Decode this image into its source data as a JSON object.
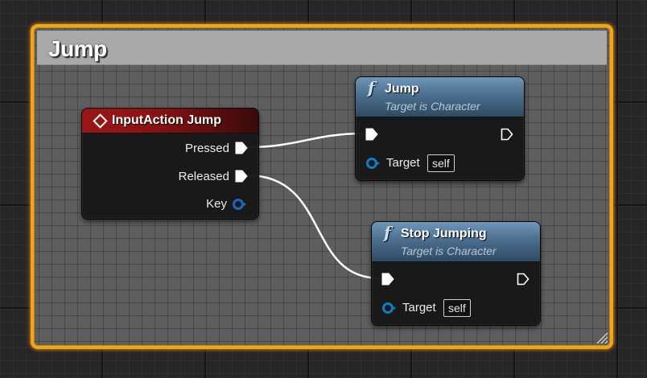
{
  "comment": {
    "title": "Jump",
    "border_color": "#f4a31c"
  },
  "nodes": {
    "input_action": {
      "title": "InputAction Jump",
      "header_color": "#9c1616",
      "icon": "event-diamond-icon",
      "pins": {
        "pressed": "Pressed",
        "released": "Released",
        "key": "Key"
      }
    },
    "jump": {
      "title": "Jump",
      "subtitle": "Target is Character",
      "icon": "function-icon",
      "icon_glyph": "f",
      "header_color": "#4b6f8e",
      "target_label": "Target",
      "target_value": "self"
    },
    "stop_jumping": {
      "title": "Stop Jumping",
      "subtitle": "Target is Character",
      "icon": "function-icon",
      "icon_glyph": "f",
      "header_color": "#4b6f8e",
      "target_label": "Target",
      "target_value": "self"
    }
  },
  "colors": {
    "exec_wire": "#ffffff",
    "object_pin": "#0b7ec6",
    "graph_background": "#262626"
  }
}
